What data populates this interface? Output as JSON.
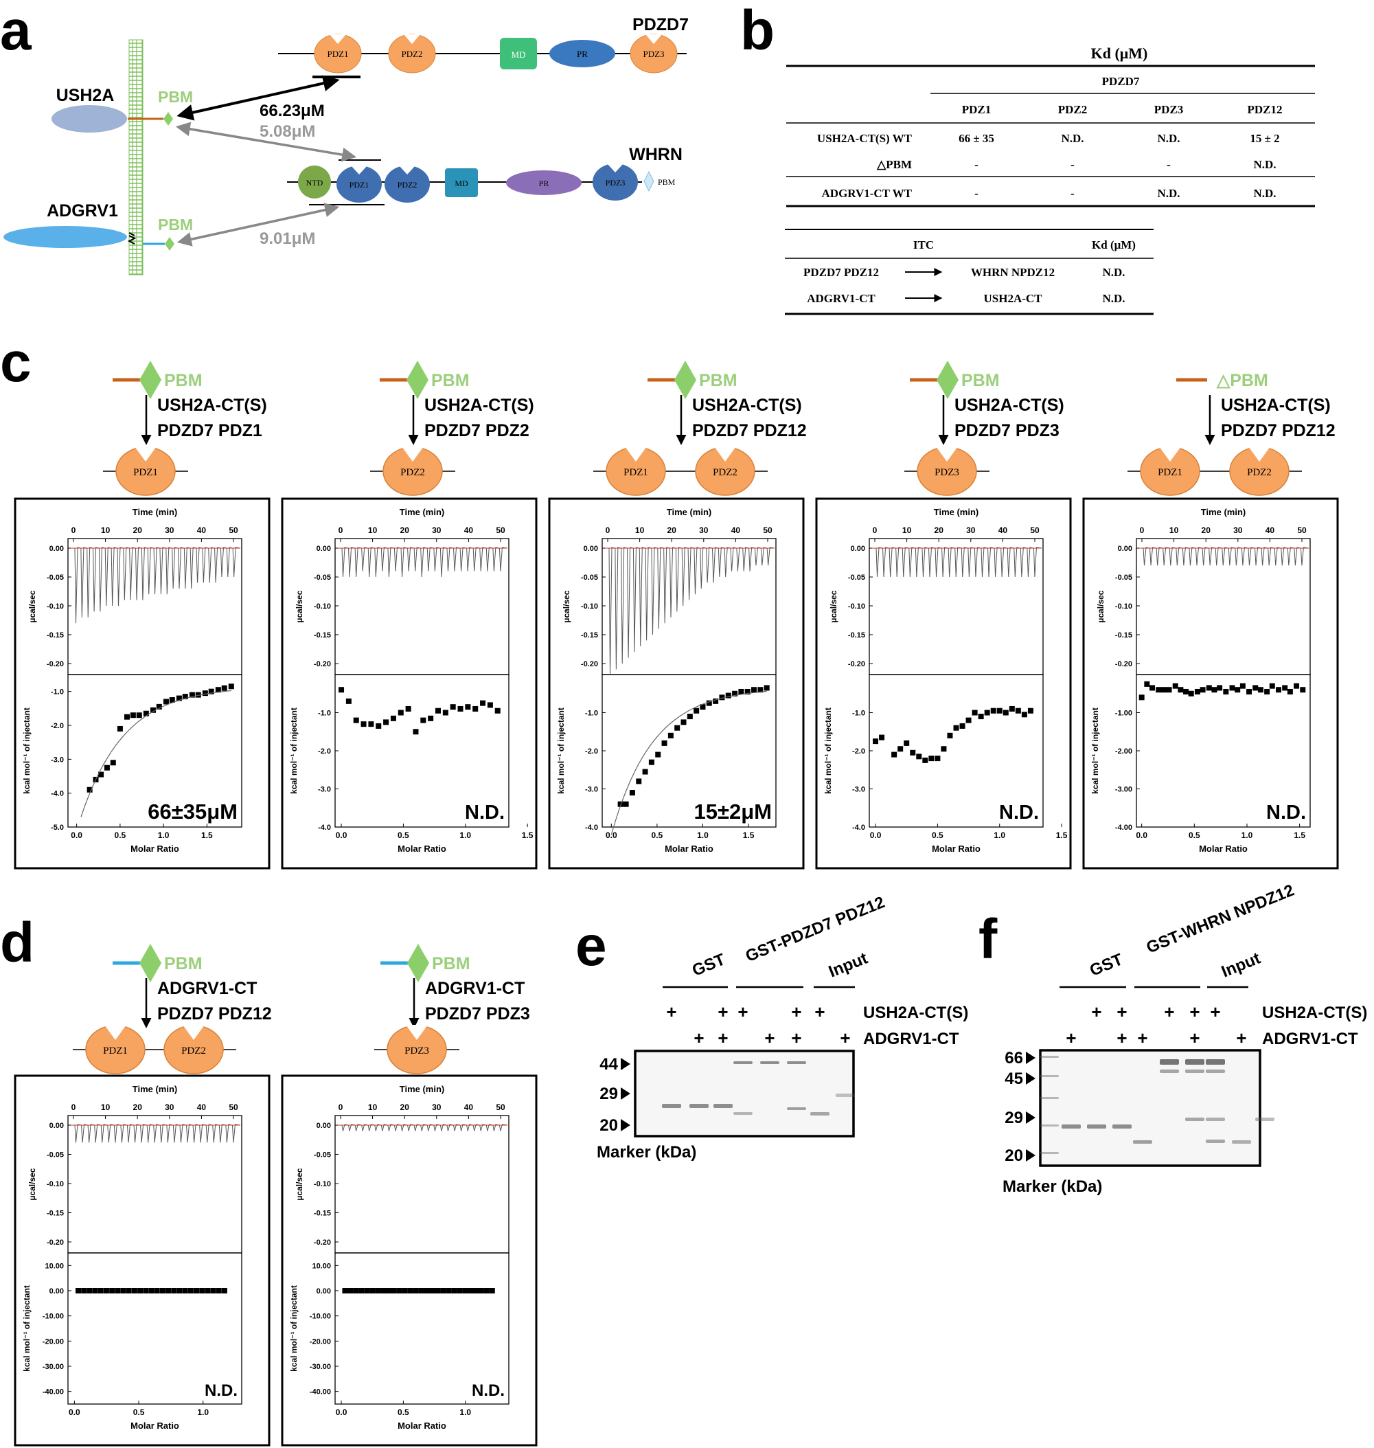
{
  "panels": {
    "a": "a",
    "b": "b",
    "c": "c",
    "d": "d",
    "e": "e",
    "f": "f"
  },
  "colors": {
    "pdzd7": "#f6a460",
    "whrn": "#3f6fb0",
    "pbm": "#8ccf6a",
    "pbm_text": "#9ccf7c",
    "membrane": "#7cc05a",
    "ush2a": "#9fb3d6",
    "adgrv1": "#5ab0e8",
    "orange_line": "#c8621a",
    "cyan_line": "#2aa8df",
    "md_pdzd7": "#3ec07a",
    "pr_pdzd7": "#3a78c0",
    "pr_whrn": "#8a6fb8",
    "ntd": "#7da84a",
    "fit": "#c0392b"
  },
  "panel_a": {
    "pdzd7": {
      "label": "PDZD7",
      "domains": [
        "PDZ1",
        "PDZ2",
        "MD",
        "PR",
        "PDZ3"
      ]
    },
    "whrn": {
      "label": "WHRN",
      "domains": [
        "NTD",
        "PDZ1",
        "PDZ2",
        "MD",
        "PR",
        "PDZ3",
        "PBM"
      ]
    },
    "ush2a": "USH2A",
    "adgrv1": "ADGRV1",
    "pbm": "PBM",
    "affinities": [
      "66.23μM",
      "5.08μM",
      "9.01μM"
    ]
  },
  "panel_b": {
    "title": "Kd (μM)",
    "group": "PDZD7",
    "columns": [
      "PDZ1",
      "PDZ2",
      "PDZ3",
      "PDZ12"
    ],
    "rows": [
      {
        "name": "USH2A-CT(S) WT",
        "cells": [
          "66 ± 35",
          "N.D.",
          "N.D.",
          "15 ± 2"
        ]
      },
      {
        "name": "△PBM",
        "cells": [
          "-",
          "-",
          "-",
          "N.D."
        ]
      },
      {
        "name": "ADGRV1-CT WT",
        "cells": [
          "-",
          "-",
          "N.D.",
          "N.D."
        ]
      }
    ],
    "itc": {
      "header": [
        "ITC",
        "Kd (μM)"
      ],
      "rows": [
        {
          "a": "PDZD7 PDZ12",
          "b": "WHRN NPDZ12",
          "kd": "N.D."
        },
        {
          "a": "ADGRV1-CT",
          "b": "USH2A-CT",
          "kd": "N.D."
        }
      ]
    }
  },
  "itc_common": {
    "time_label": "Time (min)",
    "ucal_label": "µcal/sec",
    "kcal_label": "kcal mol⁻¹ of injectant",
    "ratio_label": "Molar Ratio",
    "time_ticks": [
      "0",
      "10",
      "20",
      "30",
      "40",
      "50"
    ]
  },
  "panel_c": [
    {
      "pbm": "PBM",
      "ligand": "USH2A-CT(S)",
      "target": "PDZD7 PDZ1",
      "domains": [
        "PDZ1"
      ],
      "result": "66±35μM",
      "raw_ticks": [
        "0.00",
        "-0.05",
        "-0.10",
        "-0.15",
        "-0.20"
      ],
      "iso_ticks": [
        "-1.0",
        "-2.0",
        "-3.0",
        "-4.0",
        "-5.0"
      ],
      "iso_range": [
        -0.5,
        -5.0
      ],
      "x_ticks": [
        "0.0",
        "0.5",
        "1.0",
        "1.5"
      ],
      "x_range": [
        -0.1,
        1.9
      ],
      "peaks": [
        0.13,
        0.12,
        0.12,
        0.11,
        0.11,
        0.1,
        0.1,
        0.1,
        0.09,
        0.09,
        0.09,
        0.09,
        0.08,
        0.08,
        0.08,
        0.08,
        0.07,
        0.07,
        0.07,
        0.07,
        0.06,
        0.06,
        0.06,
        0.06,
        0.05,
        0.05,
        0.05
      ],
      "points": {
        "x": [
          0.15,
          0.22,
          0.28,
          0.35,
          0.42,
          0.5,
          0.58,
          0.65,
          0.72,
          0.8,
          0.88,
          0.95,
          1.03,
          1.1,
          1.18,
          1.25,
          1.33,
          1.4,
          1.48,
          1.55,
          1.63,
          1.7,
          1.78
        ],
        "y": [
          -3.9,
          -3.6,
          -3.45,
          -3.25,
          -3.1,
          -2.1,
          -1.75,
          -1.7,
          -1.7,
          -1.65,
          -1.55,
          -1.45,
          -1.3,
          -1.25,
          -1.2,
          -1.15,
          -1.1,
          -1.1,
          -1.05,
          -1.0,
          -0.95,
          -0.9,
          -0.85
        ]
      },
      "fit": true
    },
    {
      "pbm": "PBM",
      "ligand": "USH2A-CT(S)",
      "target": "PDZD7 PDZ2",
      "domains": [
        "PDZ2"
      ],
      "result": "N.D.",
      "raw_ticks": [
        "0.00",
        "-0.05",
        "-0.10",
        "-0.15",
        "-0.20"
      ],
      "iso_ticks": [
        "-1.0",
        "-2.0",
        "-3.0",
        "-4.0"
      ],
      "iso_range": [
        0.0,
        -4.0
      ],
      "x_ticks": [
        "0.0",
        "0.5",
        "1.0",
        "1.5"
      ],
      "x_range": [
        -0.05,
        1.35
      ],
      "peaks": [
        0.05,
        0.05,
        0.05,
        0.04,
        0.05,
        0.05,
        0.04,
        0.05,
        0.04,
        0.05,
        0.04,
        0.04,
        0.05,
        0.04,
        0.04,
        0.05,
        0.04,
        0.04,
        0.04,
        0.04,
        0.04,
        0.04,
        0.04,
        0.04,
        0.04
      ],
      "points": {
        "x": [
          0.0,
          0.06,
          0.12,
          0.18,
          0.24,
          0.3,
          0.36,
          0.42,
          0.48,
          0.54,
          0.6,
          0.66,
          0.72,
          0.78,
          0.84,
          0.9,
          0.96,
          1.02,
          1.08,
          1.14,
          1.2,
          1.26
        ],
        "y": [
          -0.4,
          -0.7,
          -1.2,
          -1.3,
          -1.3,
          -1.35,
          -1.25,
          -1.15,
          -1.0,
          -0.9,
          -1.5,
          -1.2,
          -1.15,
          -0.95,
          -1.0,
          -0.85,
          -0.9,
          -0.85,
          -0.9,
          -0.75,
          -0.8,
          -0.95
        ]
      },
      "fit": false
    },
    {
      "pbm": "PBM",
      "ligand": "USH2A-CT(S)",
      "target": "PDZD7 PDZ12",
      "domains": [
        "PDZ1",
        "PDZ2"
      ],
      "result": "15±2μM",
      "raw_ticks": [
        "0.00",
        "-0.05",
        "-0.10",
        "-0.15",
        "-0.20"
      ],
      "iso_ticks": [
        "-1.0",
        "-2.0",
        "-3.0",
        "-4.0"
      ],
      "iso_range": [
        0.0,
        -4.0
      ],
      "x_ticks": [
        "0.0",
        "0.5",
        "1.0",
        "1.5"
      ],
      "x_range": [
        -0.1,
        1.8
      ],
      "peaks": [
        0.22,
        0.21,
        0.2,
        0.19,
        0.18,
        0.17,
        0.16,
        0.15,
        0.14,
        0.13,
        0.12,
        0.11,
        0.1,
        0.09,
        0.08,
        0.07,
        0.06,
        0.06,
        0.05,
        0.05,
        0.04,
        0.04,
        0.04,
        0.04,
        0.03,
        0.03,
        0.03
      ],
      "points": {
        "x": [
          0.1,
          0.16,
          0.23,
          0.3,
          0.37,
          0.44,
          0.51,
          0.58,
          0.65,
          0.72,
          0.79,
          0.86,
          0.93,
          1.0,
          1.07,
          1.14,
          1.21,
          1.28,
          1.35,
          1.42,
          1.49,
          1.56,
          1.63,
          1.7
        ],
        "y": [
          -3.4,
          -3.4,
          -3.1,
          -2.8,
          -2.55,
          -2.3,
          -2.1,
          -1.8,
          -1.6,
          -1.4,
          -1.25,
          -1.1,
          -0.95,
          -0.85,
          -0.75,
          -0.7,
          -0.6,
          -0.55,
          -0.5,
          -0.45,
          -0.45,
          -0.4,
          -0.4,
          -0.35
        ]
      },
      "fit": true
    },
    {
      "pbm": "PBM",
      "ligand": "USH2A-CT(S)",
      "target": "PDZD7 PDZ3",
      "domains": [
        "PDZ3"
      ],
      "result": "N.D.",
      "raw_ticks": [
        "0.00",
        "-0.05",
        "-0.10",
        "-0.15",
        "-0.20"
      ],
      "iso_ticks": [
        "-1.0",
        "-2.0",
        "-3.0",
        "-4.0"
      ],
      "iso_range": [
        0.0,
        -4.0
      ],
      "x_ticks": [
        "0.0",
        "0.5",
        "1.0",
        "1.5"
      ],
      "x_range": [
        -0.05,
        1.35
      ],
      "peaks": [
        0.05,
        0.05,
        0.05,
        0.05,
        0.05,
        0.05,
        0.05,
        0.05,
        0.05,
        0.05,
        0.05,
        0.05,
        0.05,
        0.05,
        0.05,
        0.05,
        0.05,
        0.05,
        0.05,
        0.05,
        0.05,
        0.05,
        0.05,
        0.05,
        0.05
      ],
      "points": {
        "x": [
          0.0,
          0.05,
          0.15,
          0.2,
          0.25,
          0.3,
          0.35,
          0.4,
          0.45,
          0.5,
          0.55,
          0.6,
          0.65,
          0.7,
          0.75,
          0.8,
          0.85,
          0.9,
          0.95,
          1.0,
          1.05,
          1.1,
          1.15,
          1.2,
          1.25
        ],
        "y": [
          -1.75,
          -1.65,
          -2.1,
          -1.95,
          -1.8,
          -2.05,
          -2.15,
          -2.25,
          -2.2,
          -2.2,
          -1.95,
          -1.6,
          -1.4,
          -1.35,
          -1.2,
          -1.0,
          -1.1,
          -1.0,
          -0.95,
          -0.95,
          -1.0,
          -0.9,
          -0.95,
          -1.05,
          -0.95
        ]
      },
      "fit": false
    },
    {
      "pbm": "△PBM",
      "ligand": "USH2A-CT(S)",
      "target": "PDZD7 PDZ12",
      "domains": [
        "PDZ1",
        "PDZ2"
      ],
      "result": "N.D.",
      "raw_ticks": [
        "0.00",
        "-0.05",
        "-0.10",
        "-0.15",
        "-0.20"
      ],
      "iso_ticks": [
        "-1.00",
        "-2.00",
        "-3.00",
        "-4.00"
      ],
      "iso_range": [
        0.0,
        -4.0
      ],
      "x_ticks": [
        "0.0",
        "0.5",
        "1.0",
        "1.5"
      ],
      "x_range": [
        -0.05,
        1.6
      ],
      "peaks": [
        0.03,
        0.03,
        0.03,
        0.03,
        0.03,
        0.03,
        0.03,
        0.03,
        0.03,
        0.03,
        0.03,
        0.03,
        0.03,
        0.03,
        0.03,
        0.03,
        0.03,
        0.03,
        0.03,
        0.03,
        0.03,
        0.03,
        0.03,
        0.03,
        0.03
      ],
      "points": {
        "x": [
          0.0,
          0.05,
          0.1,
          0.16,
          0.21,
          0.26,
          0.32,
          0.37,
          0.42,
          0.47,
          0.53,
          0.58,
          0.64,
          0.69,
          0.74,
          0.8,
          0.86,
          0.91,
          0.96,
          1.02,
          1.08,
          1.13,
          1.19,
          1.24,
          1.3,
          1.36,
          1.41,
          1.47,
          1.53
        ],
        "y": [
          -0.6,
          -0.25,
          -0.35,
          -0.4,
          -0.4,
          -0.4,
          -0.3,
          -0.4,
          -0.45,
          -0.5,
          -0.45,
          -0.4,
          -0.35,
          -0.4,
          -0.35,
          -0.45,
          -0.35,
          -0.4,
          -0.3,
          -0.45,
          -0.35,
          -0.4,
          -0.45,
          -0.3,
          -0.4,
          -0.35,
          -0.45,
          -0.3,
          -0.4
        ]
      },
      "fit": false
    }
  ],
  "panel_d": [
    {
      "pbm": "PBM",
      "ligand": "ADGRV1-CT",
      "target": "PDZD7 PDZ12",
      "domains": [
        "PDZ1",
        "PDZ2"
      ],
      "result": "N.D.",
      "raw_ticks": [
        "0.00",
        "-0.05",
        "-0.10",
        "-0.15",
        "-0.20"
      ],
      "iso_ticks": [
        "10.00",
        "0.00",
        "-10.00",
        "-20.00",
        "-30.00",
        "-40.00"
      ],
      "iso_range": [
        15,
        -45
      ],
      "x_ticks": [
        "0.0",
        "0.5",
        "1.0"
      ],
      "x_range": [
        -0.05,
        1.3
      ],
      "peaks": [
        0.03,
        0.03,
        0.03,
        0.03,
        0.03,
        0.03,
        0.03,
        0.03,
        0.03,
        0.03,
        0.03,
        0.03,
        0.03,
        0.03,
        0.03,
        0.03,
        0.03,
        0.03,
        0.03,
        0.03,
        0.03,
        0.03,
        0.03,
        0.03,
        0.03
      ],
      "npts": 27,
      "yval": 0.0
    },
    {
      "pbm": "PBM",
      "ligand": "ADGRV1-CT",
      "target": "PDZD7 PDZ3",
      "domains": [
        "PDZ3"
      ],
      "result": "N.D.",
      "raw_ticks": [
        "0.00",
        "-0.05",
        "-0.10",
        "-0.15",
        "-0.20"
      ],
      "iso_ticks": [
        "10.00",
        "0.00",
        "-10.00",
        "-20.00",
        "-30.00",
        "-40.00"
      ],
      "iso_range": [
        15,
        -45
      ],
      "x_ticks": [
        "0.0",
        "0.5",
        "1.0"
      ],
      "x_range": [
        -0.05,
        1.35
      ],
      "peaks": [
        0.01,
        0.01,
        0.01,
        0.01,
        0.01,
        0.01,
        0.01,
        0.01,
        0.01,
        0.01,
        0.01,
        0.01,
        0.01,
        0.01,
        0.01,
        0.01,
        0.01,
        0.01,
        0.01,
        0.01,
        0.01,
        0.01,
        0.01,
        0.01,
        0.01
      ],
      "npts": 28,
      "yval": 0.0
    }
  ],
  "panel_e": {
    "groups": [
      "GST",
      "GST-PDZD7 PDZ12",
      "Input"
    ],
    "row1_label": "USH2A-CT(S)",
    "row2_label": "ADGRV1-CT",
    "row1": [
      "+",
      "",
      "+",
      "+",
      "",
      "+",
      "+",
      ""
    ],
    "row2": [
      "",
      "+",
      "+",
      "",
      "+",
      "+",
      "",
      "+"
    ],
    "markers": [
      "44",
      "29",
      "20"
    ],
    "marker_label": "Marker (kDa)"
  },
  "panel_f": {
    "groups": [
      "GST",
      "GST-WHRN NPDZ12",
      "Input"
    ],
    "row1_label": "USH2A-CT(S)",
    "row2_label": "ADGRV1-CT",
    "row1": [
      "",
      "+",
      "+",
      "",
      "+",
      "+",
      "+",
      ""
    ],
    "row2": [
      "+",
      "",
      "+",
      "+",
      "",
      "+",
      "",
      "+"
    ],
    "markers": [
      "66",
      "45",
      "29",
      "20"
    ],
    "marker_label": "Marker (kDa)"
  }
}
